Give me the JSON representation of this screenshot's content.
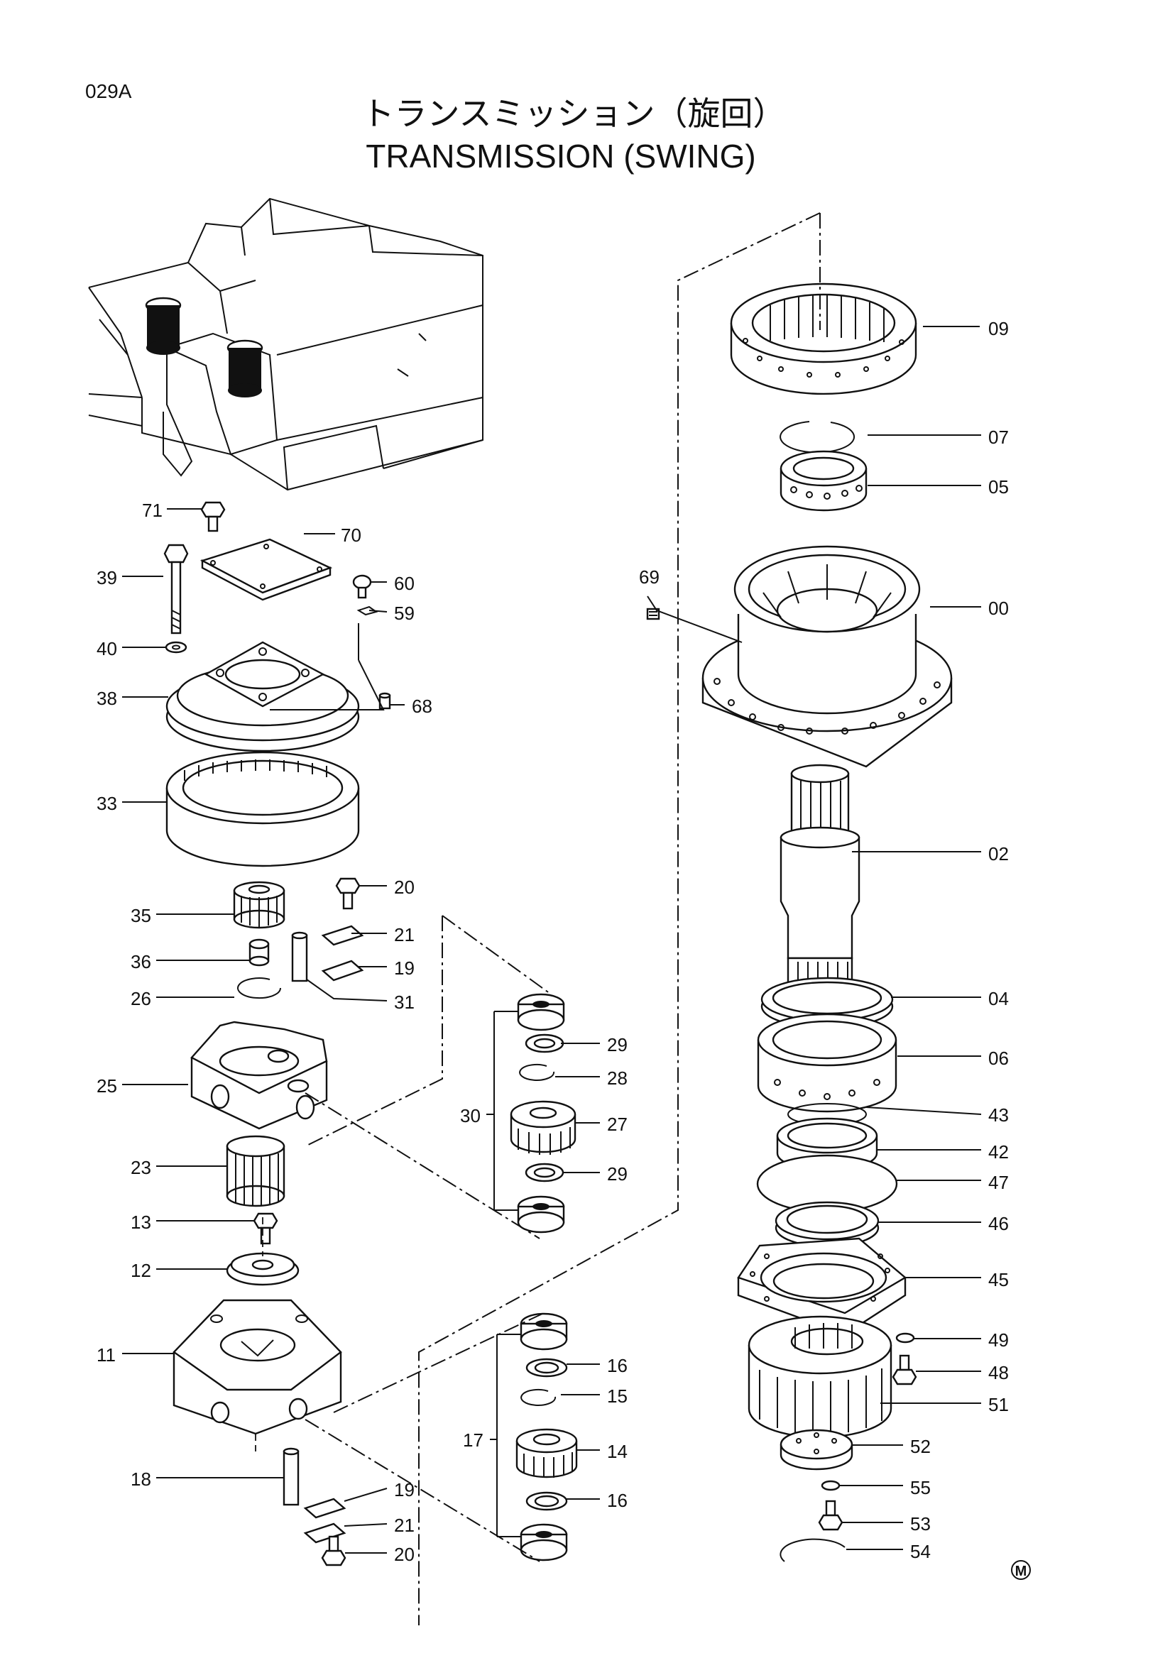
{
  "page": {
    "code": "029A",
    "title_ja": "トランスミッション（旋回）",
    "title_en": "TRANSMISSION (SWING)",
    "mark": "M"
  },
  "callouts": {
    "p00": "00",
    "p02": "02",
    "p04": "04",
    "p05": "05",
    "p06": "06",
    "p07": "07",
    "p09": "09",
    "p11": "11",
    "p12": "12",
    "p13": "13",
    "p14": "14",
    "p15": "15",
    "p16a": "16",
    "p16b": "16",
    "p17": "17",
    "p18": "18",
    "p19a": "19",
    "p19b": "19",
    "p20a": "20",
    "p20b": "20",
    "p21a": "21",
    "p21b": "21",
    "p23": "23",
    "p25": "25",
    "p26": "26",
    "p27": "27",
    "p28": "28",
    "p29a": "29",
    "p29b": "29",
    "p30": "30",
    "p31": "31",
    "p33": "33",
    "p35": "35",
    "p36": "36",
    "p38": "38",
    "p39": "39",
    "p40": "40",
    "p42": "42",
    "p43": "43",
    "p45": "45",
    "p46": "46",
    "p47": "47",
    "p48": "48",
    "p49": "49",
    "p51": "51",
    "p52": "52",
    "p53": "53",
    "p54": "54",
    "p55": "55",
    "p59": "59",
    "p60": "60",
    "p68": "68",
    "p69": "69",
    "p70": "70",
    "p71": "71"
  }
}
